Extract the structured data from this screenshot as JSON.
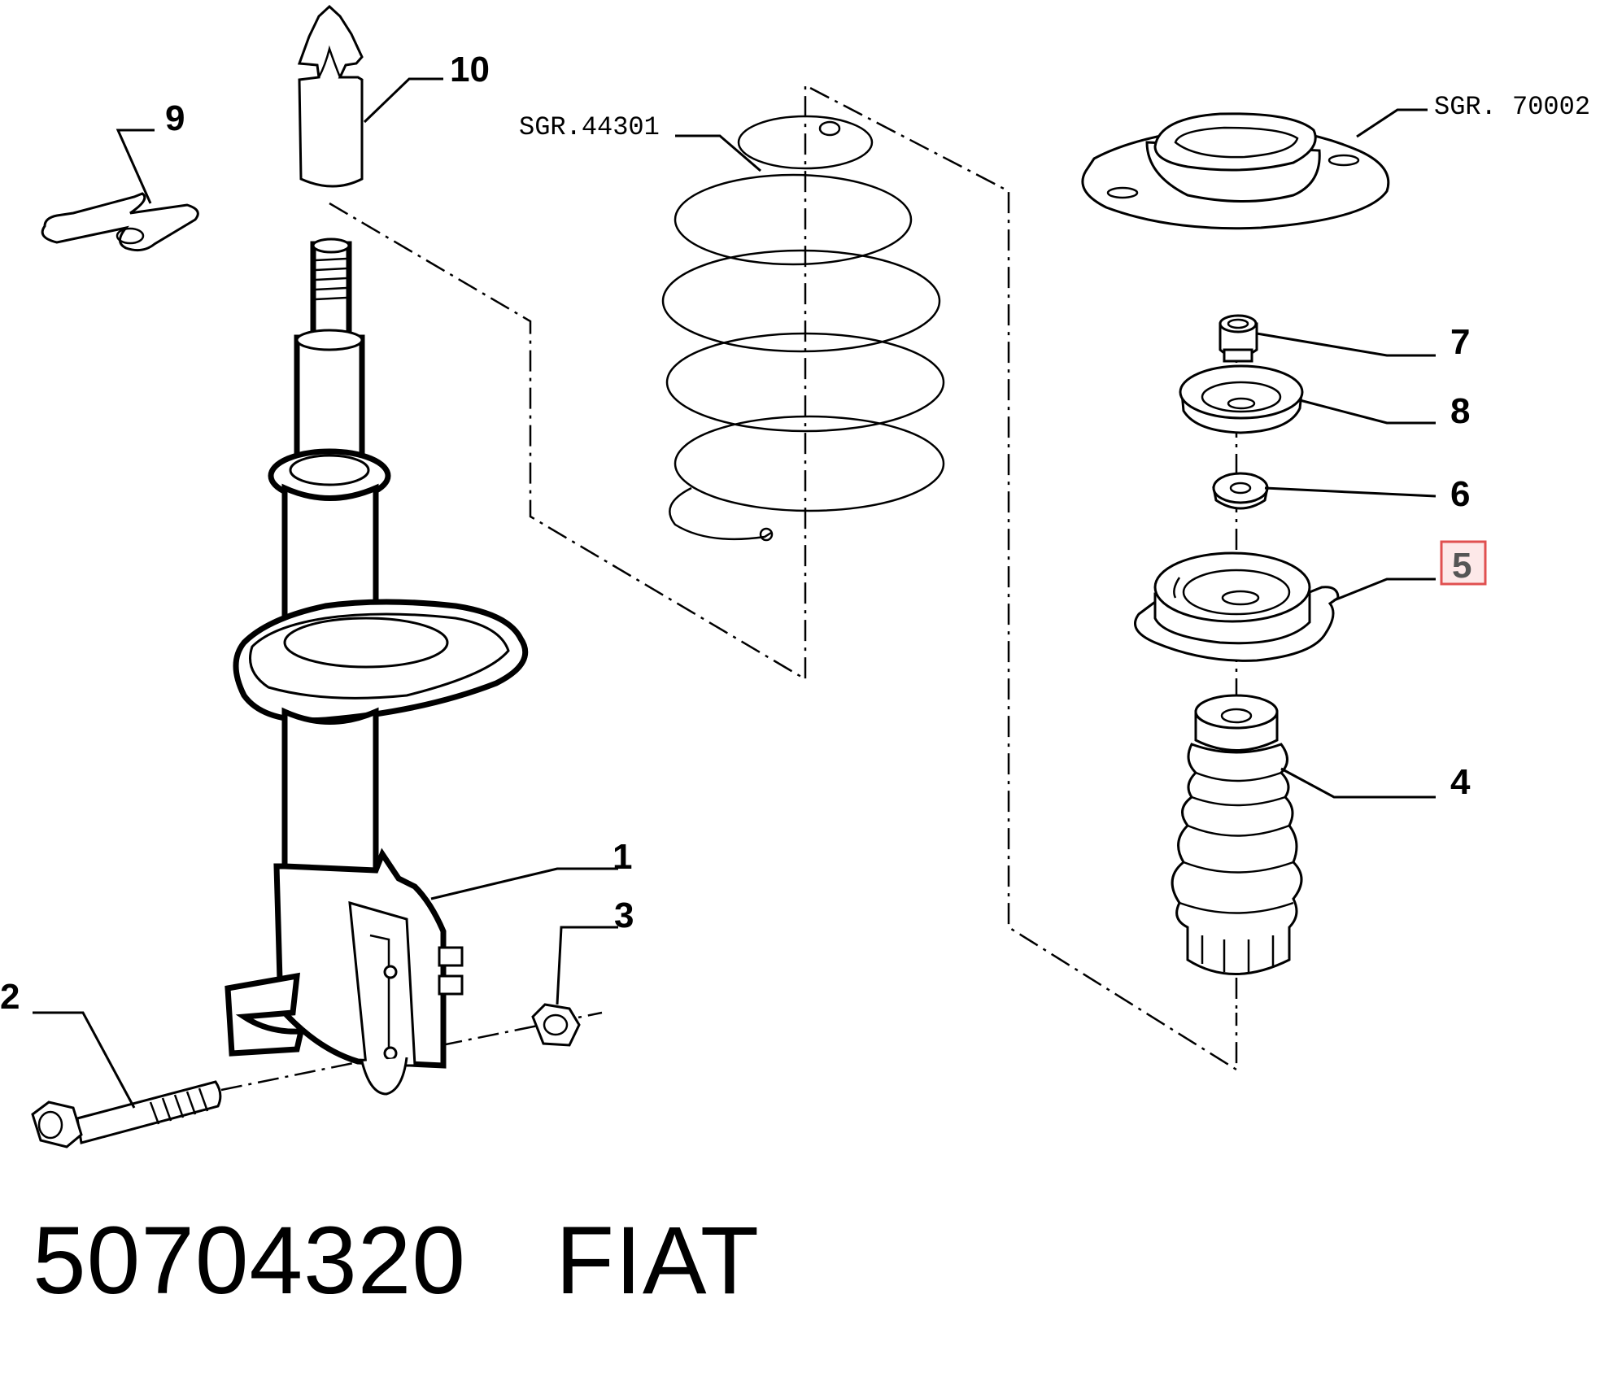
{
  "diagram": {
    "part_number": "50704320",
    "brand": "FIAT",
    "callouts": [
      {
        "id": "1",
        "label": "1"
      },
      {
        "id": "2",
        "label": "2"
      },
      {
        "id": "3",
        "label": "3"
      },
      {
        "id": "4",
        "label": "4"
      },
      {
        "id": "5",
        "label": "5",
        "highlighted": true
      },
      {
        "id": "6",
        "label": "6"
      },
      {
        "id": "7",
        "label": "7"
      },
      {
        "id": "8",
        "label": "8"
      },
      {
        "id": "9",
        "label": "9"
      },
      {
        "id": "10",
        "label": "10"
      }
    ],
    "references": {
      "spring": "SGR.44301",
      "top_plate": "SGR. 70002"
    },
    "highlight_color": "#e05050"
  }
}
